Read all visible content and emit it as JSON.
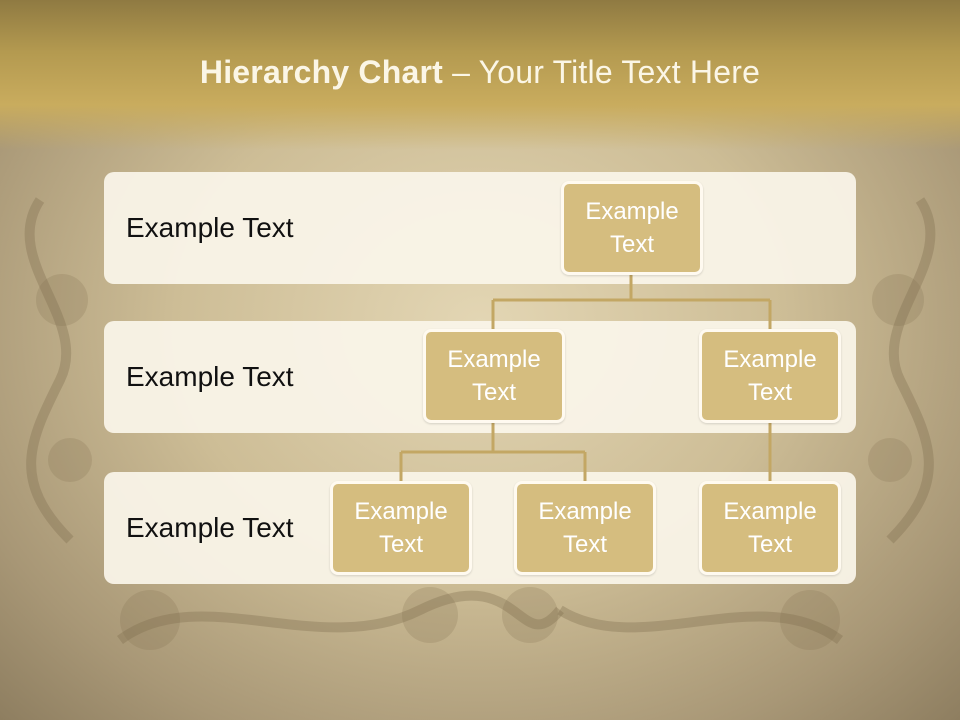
{
  "slide": {
    "title_bold": "Hierarchy Chart",
    "title_rest": " – Your Title Text Here"
  },
  "levels": [
    {
      "label": "Example Text"
    },
    {
      "label": "Example Text"
    },
    {
      "label": "Example Text"
    }
  ],
  "nodes": {
    "root": "Example\nText",
    "mid_left": "Example\nText",
    "mid_right": "Example\nText",
    "leaf_1": "Example\nText",
    "leaf_2": "Example\nText",
    "leaf_3": "Example\nText"
  },
  "colors": {
    "node_fill": "#d5bd7f",
    "connector": "#c3a764",
    "band_fill": "#faf5ea",
    "header": "#b49a50"
  }
}
